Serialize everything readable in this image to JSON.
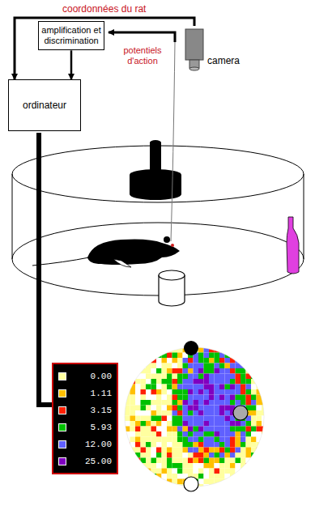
{
  "diagram": {
    "nodes": [
      {
        "text": [
          "camera"
        ]
      },
      {
        "text": [
          "amplification et discrimination"
        ]
      },
      {
        "text": [
          "ordinateur"
        ]
      }
    ],
    "edges": [
      {
        "from": 0,
        "to": 2,
        "arrow": "to",
        "label": "coordonnées du rat"
      },
      {
        "from": 1,
        "to": 2,
        "arrow": "to"
      }
    ],
    "labels": [
      "potentiels d'action"
    ],
    "legend": [
      {
        "text": "0.00",
        "color": "#ffffa0"
      },
      {
        "text": "1.11",
        "color": "#ffc000"
      },
      {
        "text": "3.15",
        "color": "#ff2000"
      },
      {
        "text": "5.93",
        "color": "#00c000"
      },
      {
        "text": "12.00",
        "color": "#6060ff"
      },
      {
        "text": "25.00",
        "color": "#8000c0"
      }
    ]
  }
}
